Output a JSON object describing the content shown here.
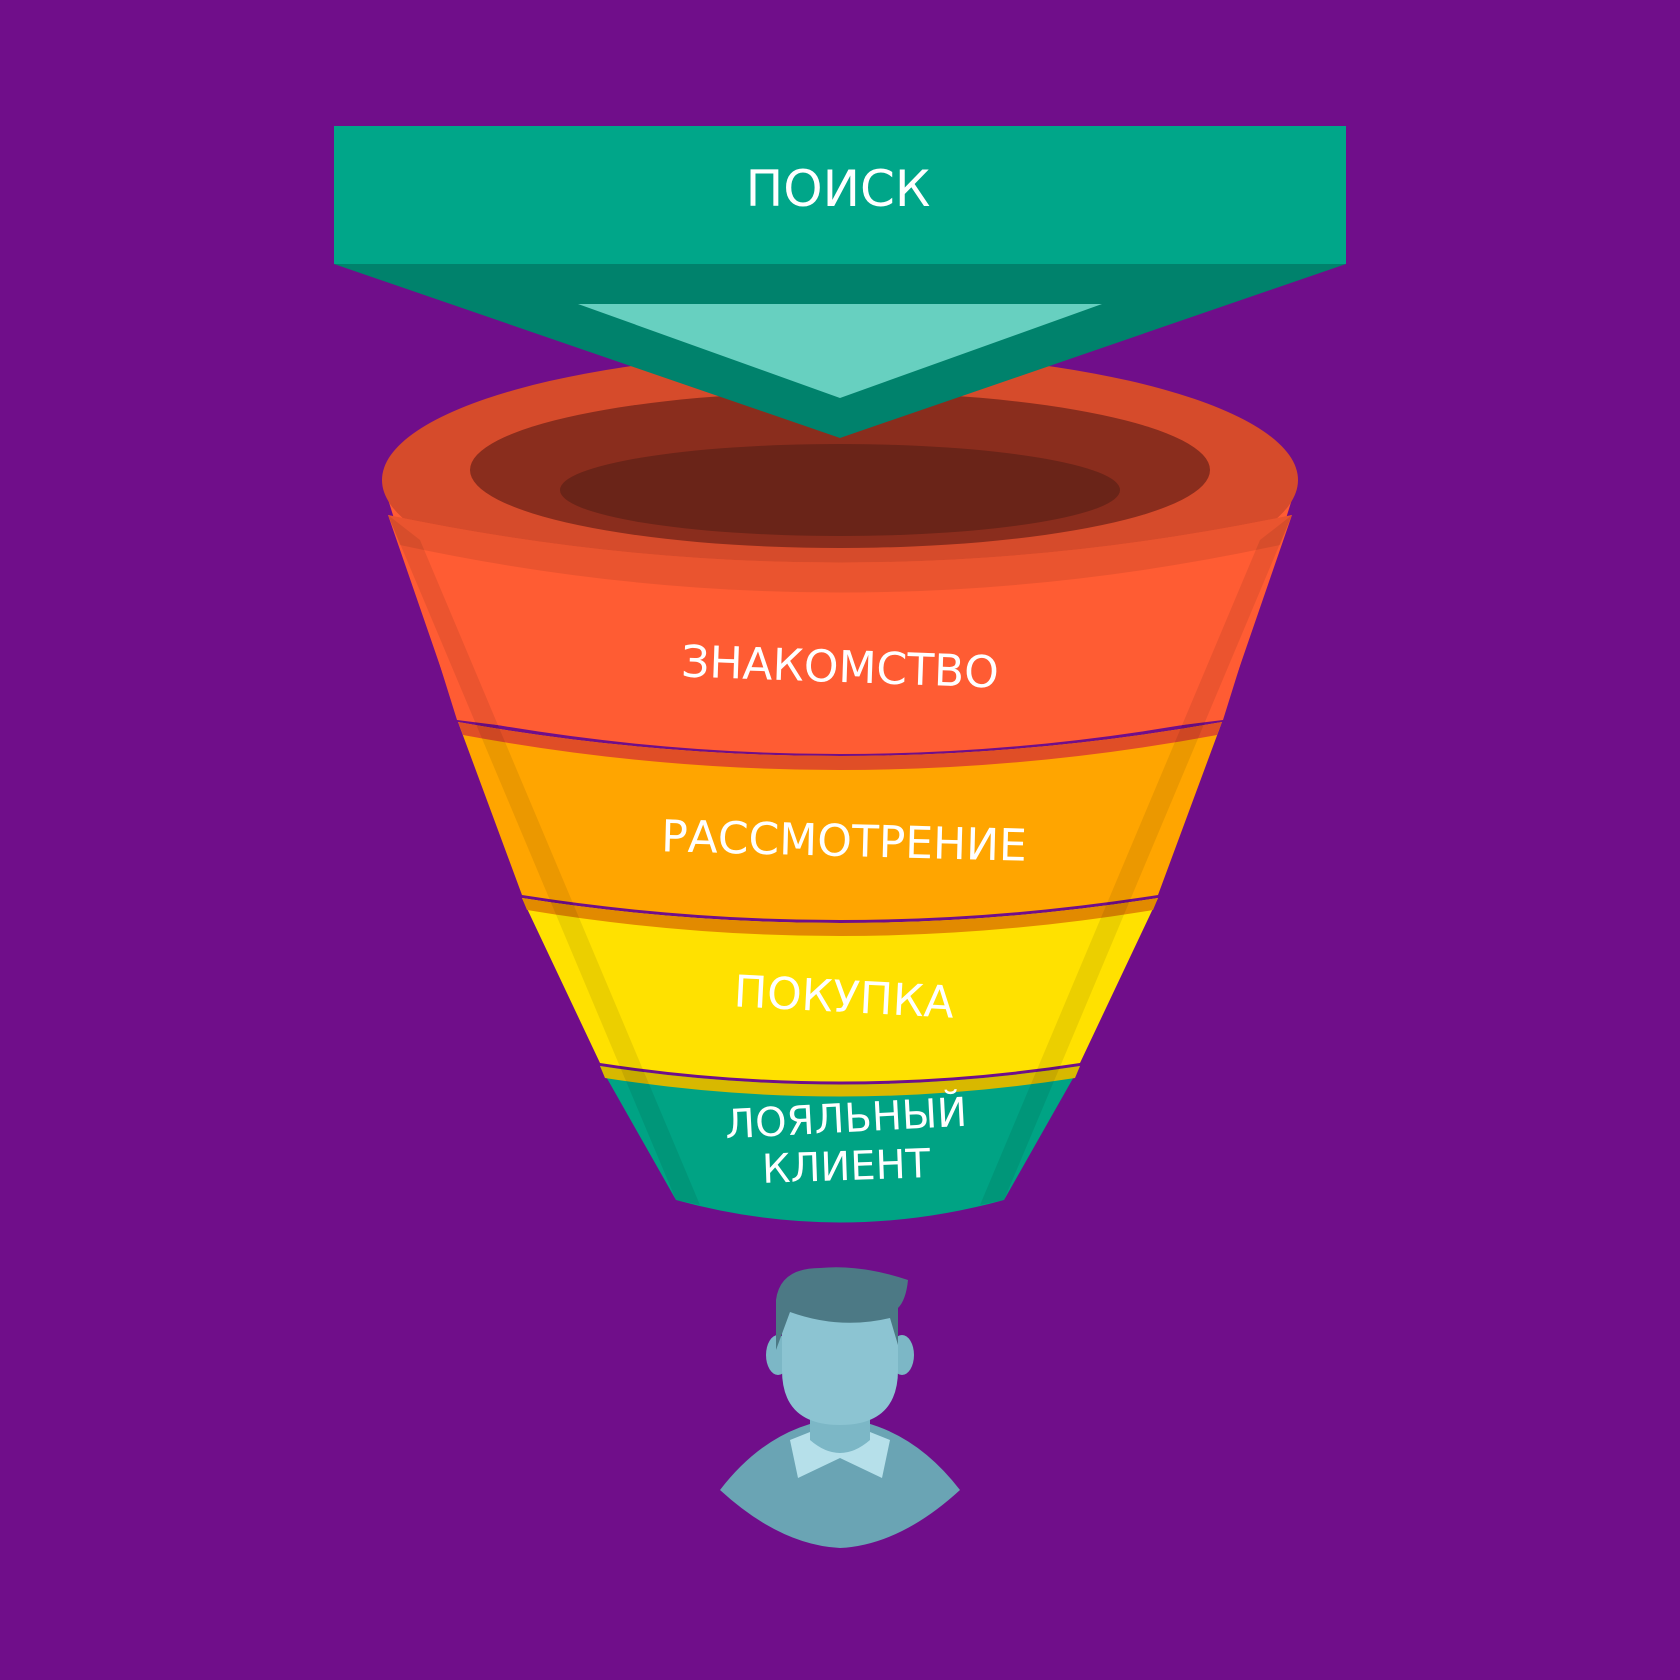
{
  "colors": {
    "background": "#700E8A",
    "search_banner": "#00A689",
    "search_banner_dark": "#00826C",
    "search_arrow_light": "#67D0C0",
    "stage_awareness": "#FF5C33",
    "stage_awareness_rim": "#D64B2B",
    "stage_consideration": "#FFA500",
    "stage_purchase": "#FFE100",
    "stage_loyalty": "#00A384",
    "person_skin": "#8CC4D2",
    "person_hair": "#4C7985",
    "person_shirt": "#6AA4B4",
    "person_collar": "#B6E0EA"
  },
  "search": {
    "label": "ПОИСК",
    "icon": "down-arrow-icon"
  },
  "stages": [
    {
      "id": "awareness",
      "lines": [
        "ЗНАКОМСТВО"
      ]
    },
    {
      "id": "consideration",
      "lines": [
        "РАССМОТРЕНИЕ"
      ]
    },
    {
      "id": "purchase",
      "lines": [
        "ПОКУПКА"
      ]
    },
    {
      "id": "loyalty",
      "lines": [
        "ЛОЯЛЬНЫЙ",
        "КЛИЕНТ"
      ]
    }
  ],
  "person": {
    "icon": "person-icon"
  }
}
